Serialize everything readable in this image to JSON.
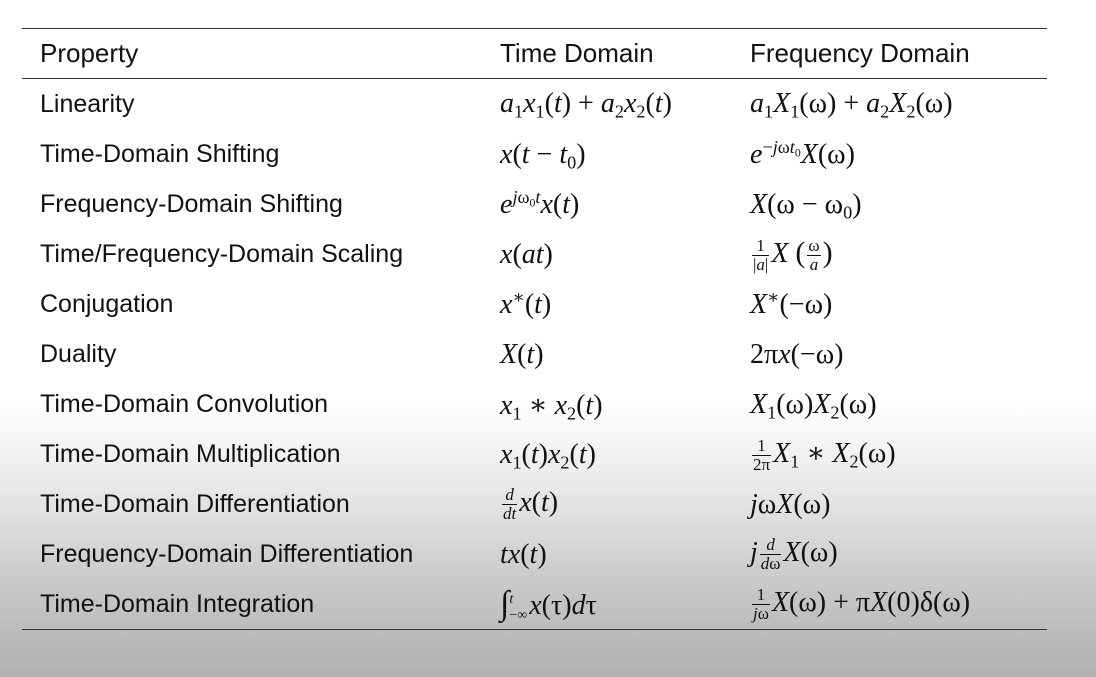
{
  "table": {
    "headers": {
      "property": "Property",
      "time": "Time Domain",
      "frequency": "Frequency Domain"
    },
    "rows": [
      {
        "property": "Linearity",
        "time": "a₁x₁(t) + a₂x₂(t)",
        "frequency": "a₁X₁(ω) + a₂X₂(ω)"
      },
      {
        "property": "Time-Domain Shifting",
        "time": "x(t − t₀)",
        "frequency": "e^{−jωt₀}X(ω)"
      },
      {
        "property": "Frequency-Domain Shifting",
        "time": "e^{jω₀t}x(t)",
        "frequency": "X(ω − ω₀)"
      },
      {
        "property": "Time/Frequency-Domain Scaling",
        "time": "x(at)",
        "frequency": "(1/|a|) X(ω/a)"
      },
      {
        "property": "Conjugation",
        "time": "x*(t)",
        "frequency": "X*(−ω)"
      },
      {
        "property": "Duality",
        "time": "X(t)",
        "frequency": "2πx(−ω)"
      },
      {
        "property": "Time-Domain Convolution",
        "time": "x₁ ∗ x₂(t)",
        "frequency": "X₁(ω)X₂(ω)"
      },
      {
        "property": "Time-Domain Multiplication",
        "time": "x₁(t)x₂(t)",
        "frequency": "(1/2π) X₁ ∗ X₂(ω)"
      },
      {
        "property": "Time-Domain Differentiation",
        "time": "(d/dt) x(t)",
        "frequency": "jωX(ω)"
      },
      {
        "property": "Frequency-Domain Differentiation",
        "time": "tx(t)",
        "frequency": "j (d/dω) X(ω)"
      },
      {
        "property": "Time-Domain Integration",
        "time": "∫_{−∞}^{t} x(τ)dτ",
        "frequency": "(1/jω) X(ω) + πX(0)δ(ω)"
      }
    ]
  }
}
